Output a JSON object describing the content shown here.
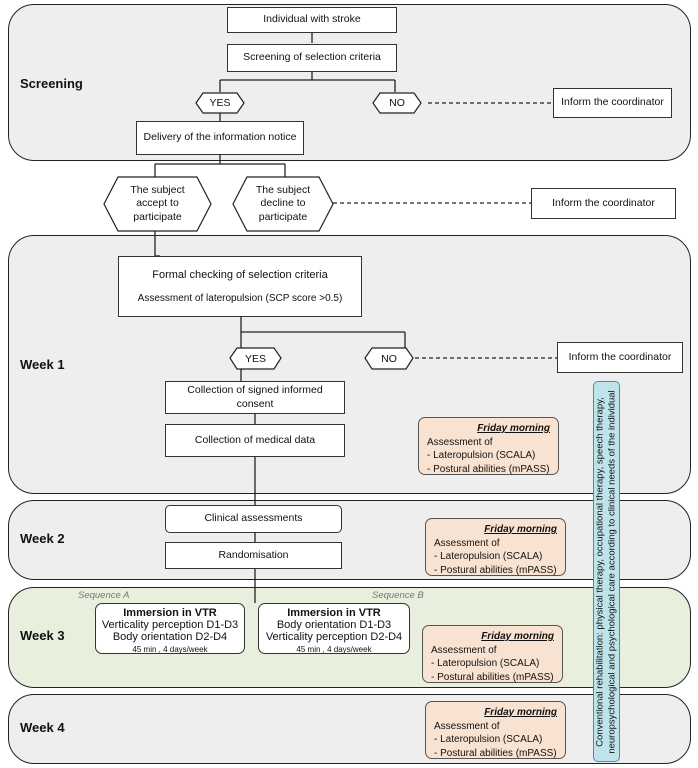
{
  "sections": {
    "screening": "Screening",
    "week1": "Week 1",
    "week2": "Week 2",
    "week3": "Week 3",
    "week4": "Week 4"
  },
  "nodes": {
    "individual": "Individual with stroke",
    "screening_criteria": "Screening of selection criteria",
    "yes": "YES",
    "no": "NO",
    "inform": "Inform the coordinator",
    "delivery": "Delivery of the information notice",
    "accept": "The subject accept to participate",
    "decline": "The subject decline to participate",
    "formal_check": "Formal checking of selection criteria",
    "lateropulsion_check": "Assessment of lateropulsion (SCP score >0.5)",
    "consent": "Collection of signed informed consent",
    "medical": "Collection of medical data",
    "clinical": "Clinical assessments",
    "randomisation": "Randomisation"
  },
  "friday": {
    "heading": "Friday morning",
    "intro": "Assessment of",
    "item1": "- Lateropulsion (SCALA)",
    "item2": "- Postural abilities (mPASS)"
  },
  "sequences": {
    "a_label": "Sequence A",
    "b_label": "Sequence B",
    "a_title": "Immersion in VTR",
    "a_line1": "Verticality perception D1-D3",
    "a_line2": "Body orientation D2-D4",
    "b_title": "Immersion in VTR",
    "b_line1": "Body orientation D1-D3",
    "b_line2": "Verticality perception D2-D4",
    "schedule": "45 min , 4 days/week"
  },
  "sidebar": "Conventional rehabilitation: physical therapy, occupational therapy, speech therapy, neuropsychological and psychological care according to clinical needs of the individual"
}
